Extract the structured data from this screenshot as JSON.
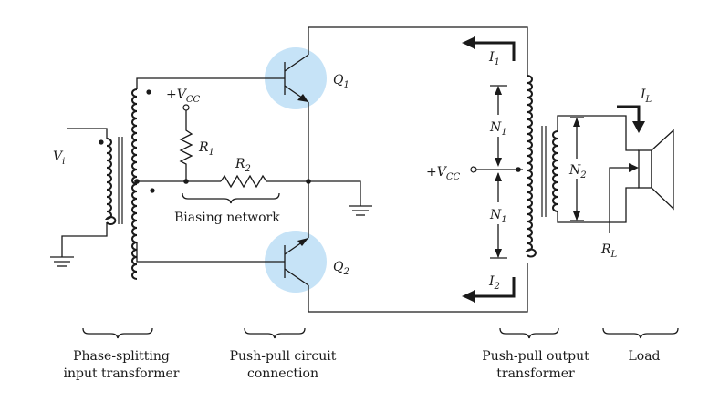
{
  "labels": {
    "vi_main": "V",
    "vi_sub": "i",
    "vcc_left_plus": "+V",
    "vcc_left_sub": "CC",
    "vcc_right_plus": "+V",
    "vcc_right_sub": "CC",
    "r1_main": "R",
    "r1_sub": "1",
    "r2_main": "R",
    "r2_sub": "2",
    "q1_main": "Q",
    "q1_sub": "1",
    "q2_main": "Q",
    "q2_sub": "2",
    "i1_main": "I",
    "i1_sub": "1",
    "i2_main": "I",
    "i2_sub": "2",
    "il_main": "I",
    "il_sub": "L",
    "n1_top_main": "N",
    "n1_top_sub": "1",
    "n1_bottom_main": "N",
    "n1_bottom_sub": "1",
    "n2_main": "N",
    "n2_sub": "2",
    "rl_main": "R",
    "rl_sub": "L",
    "biasing_network": "Biasing network"
  },
  "captions": {
    "phase_splitting_line1": "Phase-splitting",
    "phase_splitting_line2": "input transformer",
    "push_pull_circuit_line1": "Push-pull circuit",
    "push_pull_circuit_line2": "connection",
    "output_transformer_line1": "Push-pull output",
    "output_transformer_line2": "transformer",
    "load": "Load"
  },
  "colors": {
    "transistor_fill": "#c6e3f7",
    "line": "#1a1a1a"
  }
}
